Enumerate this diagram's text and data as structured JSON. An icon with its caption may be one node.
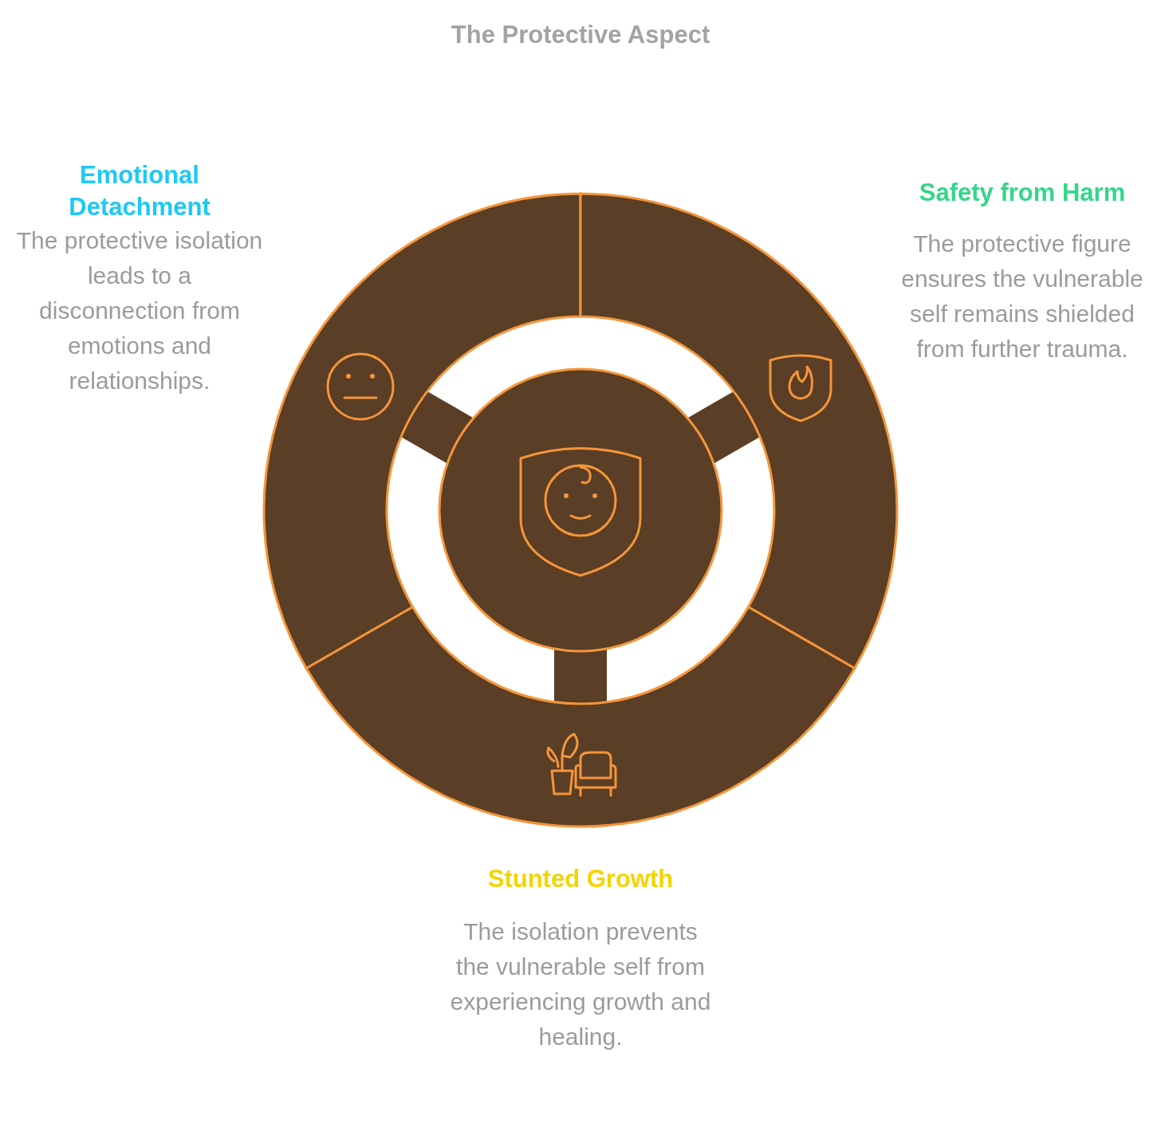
{
  "diagram": {
    "title": "The Protective Aspect",
    "nodes": [
      {
        "text": [
          "Emotional Detachment",
          "The protective isolation leads to a disconnection from emotions and relationships."
        ]
      },
      {
        "text": [
          "Safety from Harm",
          "The protective figure ensures the vulnerable self remains shielded from further trauma."
        ]
      },
      {
        "text": [
          "Stunted Growth",
          "The isolation prevents the vulnerable self from experiencing growth and healing."
        ]
      },
      {
        "text": [],
        "shape": "sector"
      },
      {
        "text": [],
        "shape": "sector"
      },
      {
        "text": [],
        "shape": "sector"
      },
      {
        "text": [],
        "shape": "circle"
      }
    ]
  }
}
